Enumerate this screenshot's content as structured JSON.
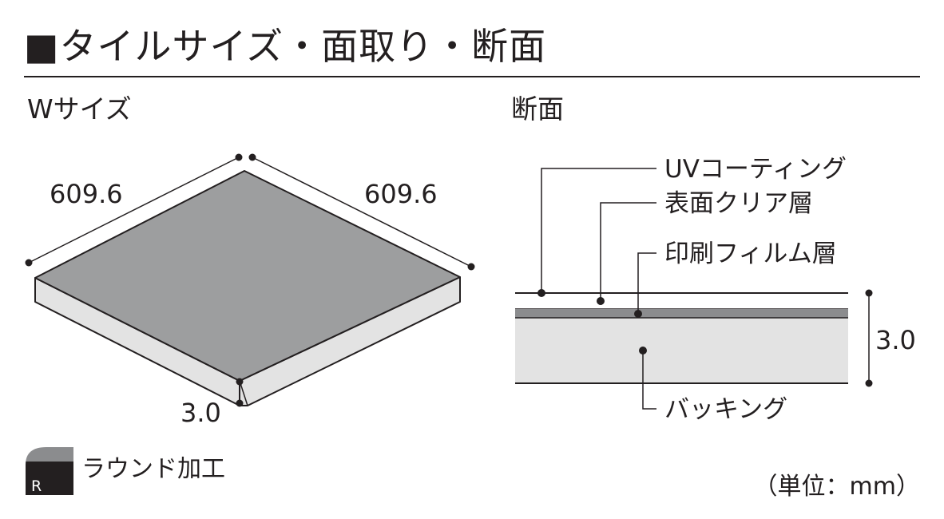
{
  "title": "■タイルサイズ・面取り・断面",
  "left": {
    "heading": "Wサイズ",
    "dim_left": "609.6",
    "dim_right": "609.6",
    "dim_thickness": "3.0"
  },
  "right": {
    "heading": "断面",
    "layers": [
      {
        "label": "UVコーティング"
      },
      {
        "label": "表面クリア層"
      },
      {
        "label": "印刷フィルム層"
      },
      {
        "label": "バッキング"
      }
    ],
    "thickness": "3.0"
  },
  "round": {
    "badge": "R",
    "label": "ラウンド加工"
  },
  "unit": "（単位：mm）",
  "colors": {
    "tile_top": "#9d9e9f",
    "tile_side": "#e3e3e3",
    "line": "#231f20",
    "print_layer": "#8b8c8e",
    "backing": "#e3e3e3"
  }
}
